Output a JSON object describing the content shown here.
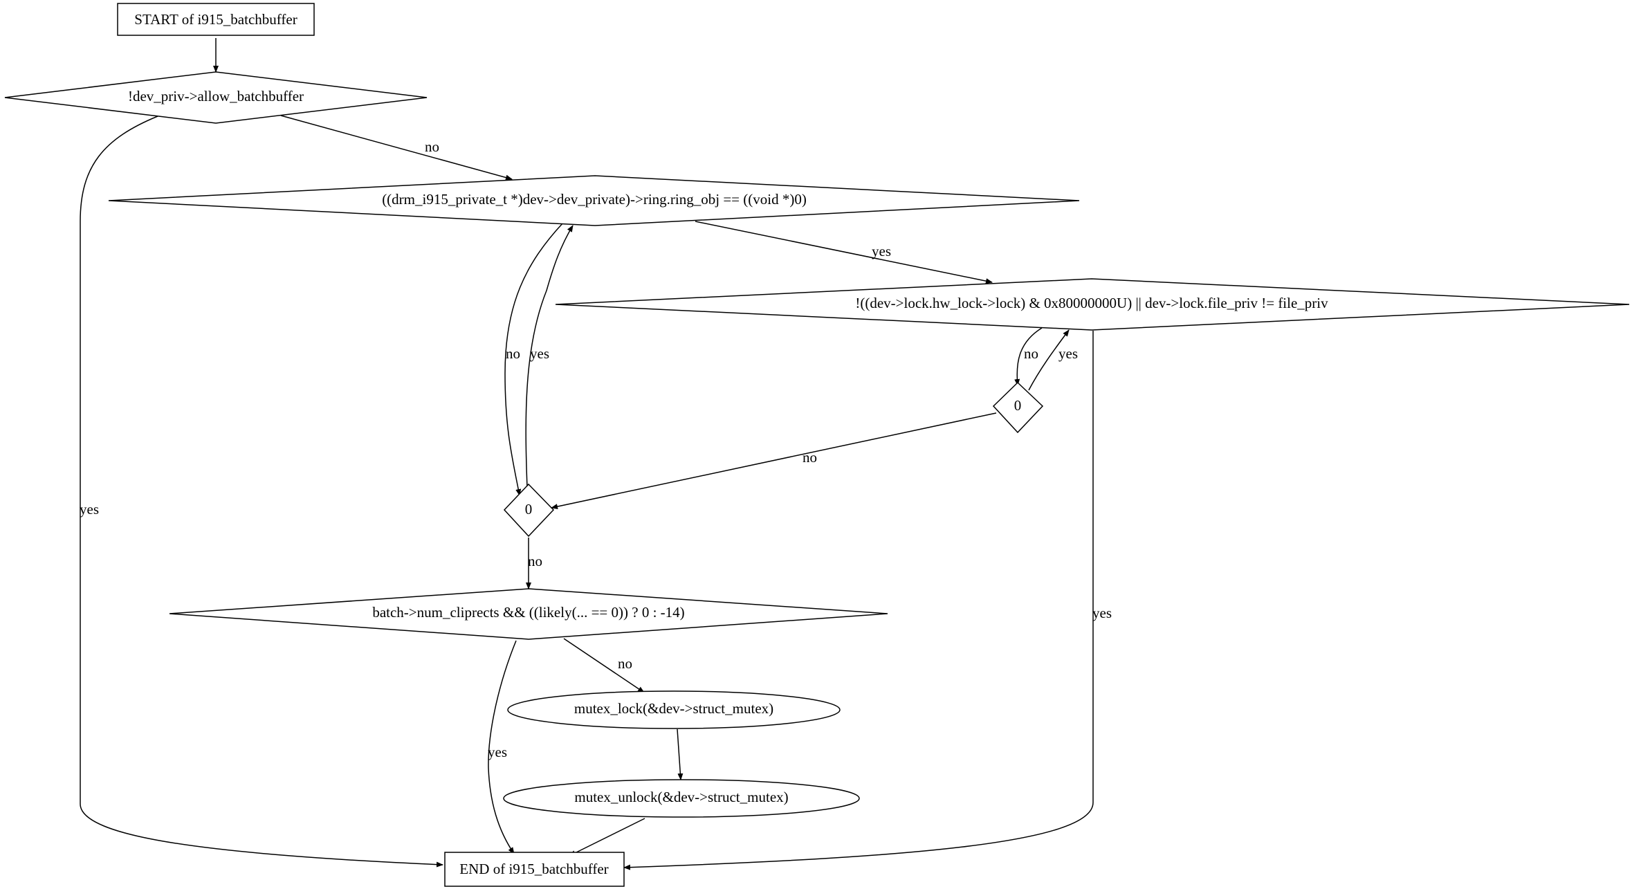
{
  "colors": {
    "mutex_lock_fill": "#add8e6",
    "mutex_unlock_fill": "#ffff00",
    "default_fill": "#ffffff",
    "stroke": "#000000"
  },
  "nodes": {
    "start": "START of i915_batchbuffer",
    "allow_check": "!dev_priv->allow_batchbuffer",
    "ring_check": "((drm_i915_private_t *)dev->dev_private)->ring.ring_obj == ((void *)0)",
    "lock_check": "!((dev->lock.hw_lock->lock) & 0x80000000U) || dev->lock.file_priv != file_priv",
    "zero_right": "0",
    "zero_left": "0",
    "cliprects_check": "batch->num_cliprects && ((likely(... == 0)) ? 0 : -14)",
    "mutex_lock": "mutex_lock(&dev->struct_mutex)",
    "mutex_unlock": "mutex_unlock(&dev->struct_mutex)",
    "end": "END of i915_batchbuffer"
  },
  "edges": {
    "allow_no": "no",
    "allow_yes": "yes",
    "ring_yes": "yes",
    "ring_no": "no",
    "zero_left_yes": "yes",
    "lock_no": "no",
    "zero_right_yes": "yes",
    "zero_right_no": "no",
    "lock_yes": "yes",
    "zero_left_no": "no",
    "cliprects_no": "no",
    "cliprects_yes": "yes"
  }
}
